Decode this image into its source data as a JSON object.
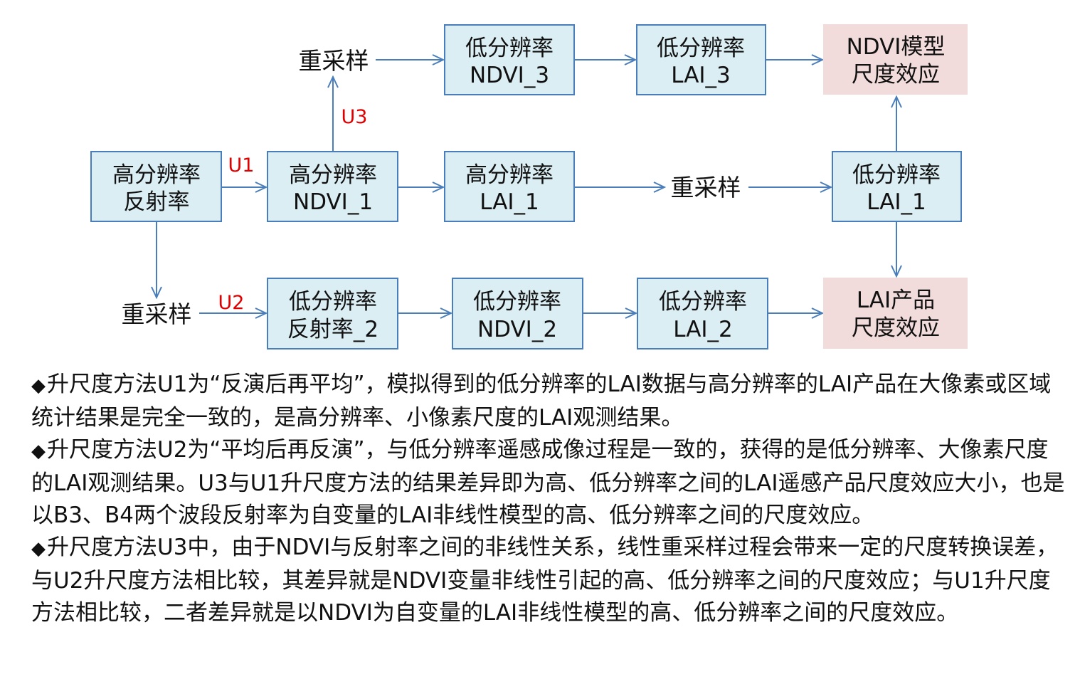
{
  "nodes": {
    "hires_reflectance": {
      "line1": "高分辨率",
      "line2": "反射率"
    },
    "hires_ndvi1": {
      "line1": "高分辨率",
      "line2": "NDVI_1"
    },
    "hires_lai1": {
      "line1": "高分辨率",
      "line2": "LAI_1"
    },
    "lowres_lai1": {
      "line1": "低分辨率",
      "line2": "LAI_1"
    },
    "lowres_ndvi3": {
      "line1": "低分辨率",
      "line2": "NDVI_3"
    },
    "lowres_lai3": {
      "line1": "低分辨率",
      "line2": "LAI_3"
    },
    "ndvi_model_scale": {
      "line1": "NDVI模型",
      "line2": "尺度效应"
    },
    "lowres_reflectance2": {
      "line1": "低分辨率",
      "line2": "反射率_2"
    },
    "lowres_ndvi2": {
      "line1": "低分辨率",
      "line2": "NDVI_2"
    },
    "lowres_lai2": {
      "line1": "低分辨率",
      "line2": "LAI_2"
    },
    "lai_product_scale": {
      "line1": "LAI产品",
      "line2": "尺度效应"
    }
  },
  "labels": {
    "resample_top": "重采样",
    "resample_mid": "重采样",
    "resample_bottom": "重采样",
    "u1": "U1",
    "u2": "U2",
    "u3": "U3"
  },
  "colors": {
    "box_fill": "#dbeef4",
    "box_stroke": "#4a7ebb",
    "result_fill": "#f2dcdb",
    "method_label": "#e00000"
  },
  "notes": [
    {
      "bullet": "◆",
      "text": "升尺度方法U1为“反演后再平均”，模拟得到的低分辨率的LAI数据与高分辨率的LAI产品在大像素或区域统计结果是完全一致的，是高分辨率、小像素尺度的LAI观测结果。"
    },
    {
      "bullet": "◆",
      "text": "升尺度方法U2为“平均后再反演”，与低分辨率遥感成像过程是一致的，获得的是低分辨率、大像素尺度的LAI观测结果。U3与U1升尺度方法的结果差异即为高、低分辨率之间的LAI遥感产品尺度效应大小，也是以B3、B4两个波段反射率为自变量的LAI非线性模型的高、低分辨率之间的尺度效应。"
    },
    {
      "bullet": "◆",
      "text": "升尺度方法U3中，由于NDVI与反射率之间的非线性关系，线性重采样过程会带来一定的尺度转换误差，与U2升尺度方法相比较，其差异就是NDVI变量非线性引起的高、低分辨率之间的尺度效应；与U1升尺度方法相比较，二者差异就是以NDVI为自变量的LAI非线性模型的高、低分辨率之间的尺度效应。"
    }
  ]
}
